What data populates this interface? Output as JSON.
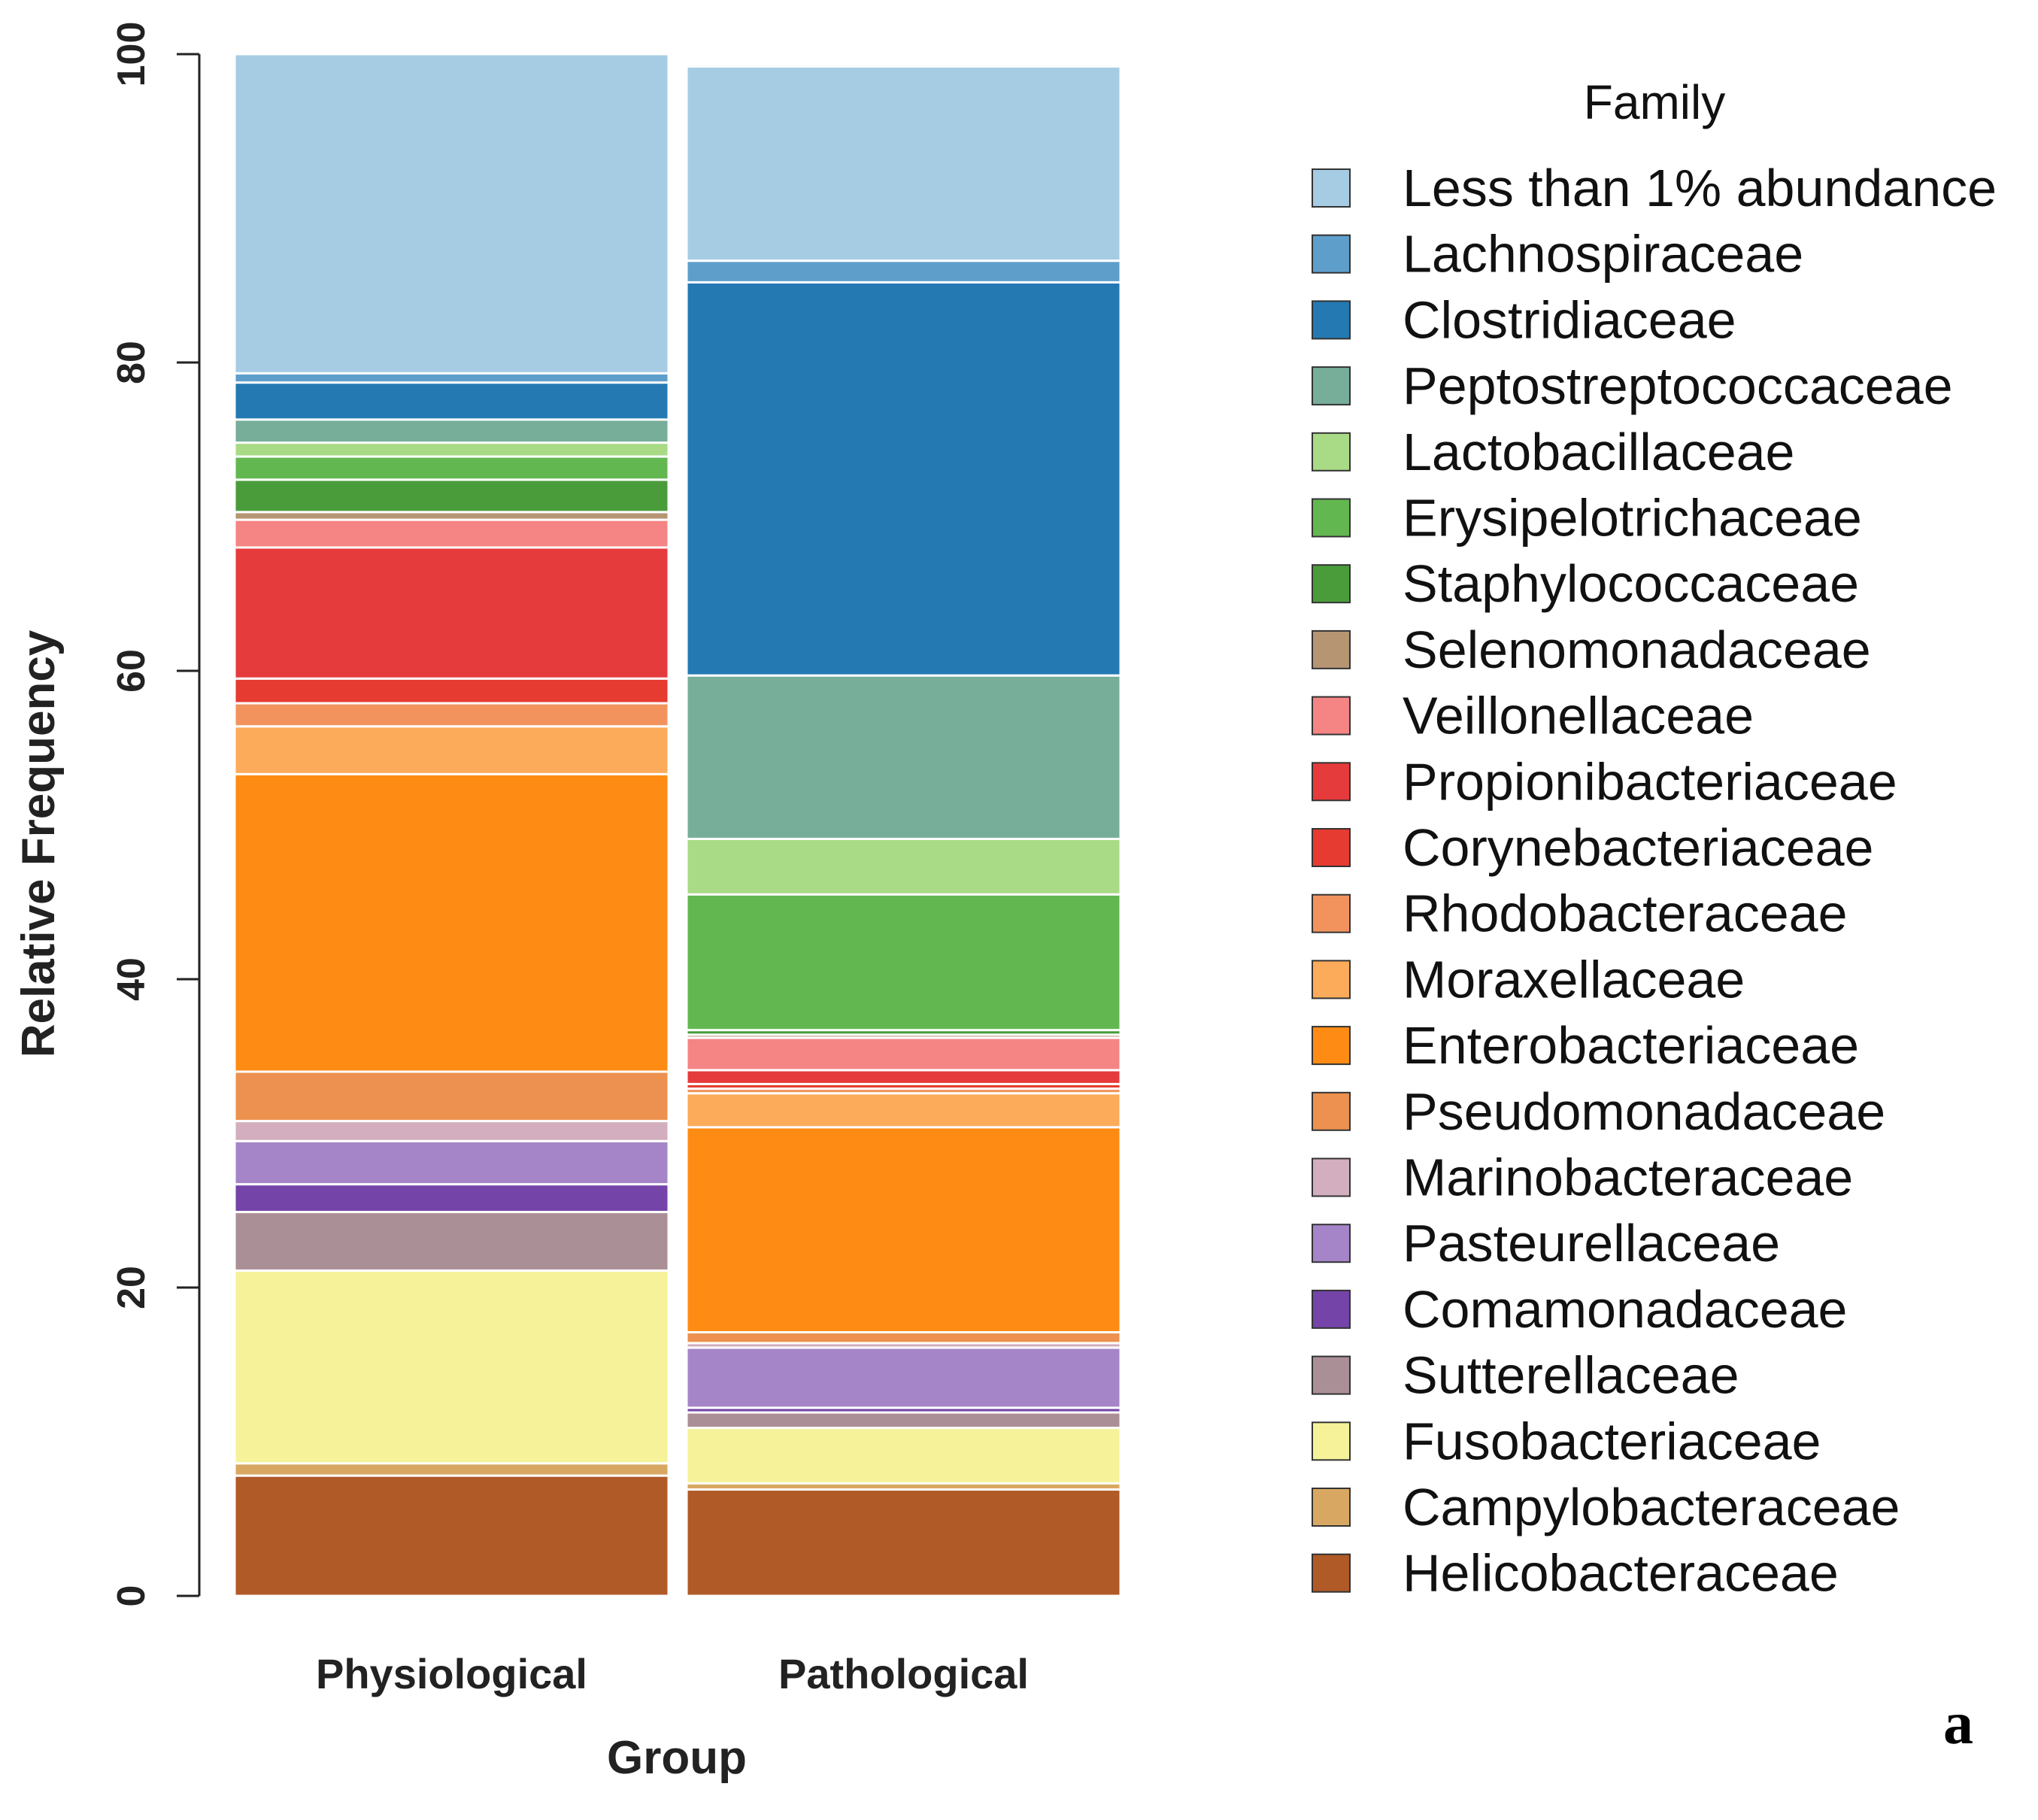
{
  "chart_data": {
    "type": "bar",
    "stacked": true,
    "xlabel": "Group",
    "ylabel": "Relative Frequency",
    "ylim": [
      0,
      100
    ],
    "yticks": [
      0,
      20,
      40,
      60,
      80,
      100
    ],
    "categories": [
      "Physiological",
      "Pathological"
    ],
    "legend_title": "Family",
    "legend_position": "right",
    "panel_label": "a",
    "series": [
      {
        "name": "Helicobacteraceae",
        "color": "#b05a28",
        "values": [
          7.8,
          6.9
        ]
      },
      {
        "name": "Campylobacteraceae",
        "color": "#d8a863",
        "values": [
          0.8,
          0.4
        ]
      },
      {
        "name": "Fusobacteriaceae",
        "color": "#f6f29a",
        "values": [
          12.5,
          3.6
        ]
      },
      {
        "name": "Sutterellaceae",
        "color": "#ab8f96",
        "values": [
          3.8,
          1.0
        ]
      },
      {
        "name": "Comamonadaceae",
        "color": "#7444a8",
        "values": [
          1.8,
          0.3
        ]
      },
      {
        "name": "Pasteurellaceae",
        "color": "#a585c8",
        "values": [
          2.8,
          3.9
        ]
      },
      {
        "name": "Marinobacteraceae",
        "color": "#d3aebf",
        "values": [
          1.3,
          0.3
        ]
      },
      {
        "name": "Pseudomonadaceae",
        "color": "#ec914f",
        "values": [
          3.2,
          0.7
        ]
      },
      {
        "name": "Enterobacteriaceae",
        "color": "#fe8b14",
        "values": [
          19.3,
          13.3
        ]
      },
      {
        "name": "Moraxellaceae",
        "color": "#fcab5a",
        "values": [
          3.1,
          2.2
        ]
      },
      {
        "name": "Rhodobacteraceae",
        "color": "#f2935e",
        "values": [
          1.5,
          0.3
        ]
      },
      {
        "name": "Corynebacteriaceae",
        "color": "#e63b30",
        "values": [
          1.6,
          0.3
        ]
      },
      {
        "name": "Propionibacteriaceae",
        "color": "#e63b3c",
        "values": [
          8.5,
          0.9
        ]
      },
      {
        "name": "Veillonellaceae",
        "color": "#f58484",
        "values": [
          1.8,
          2.1
        ]
      },
      {
        "name": "Selenomonadaceae",
        "color": "#b69573",
        "values": [
          0.5,
          0.2
        ]
      },
      {
        "name": "Staphylococcaceae",
        "color": "#4a9c3b",
        "values": [
          2.1,
          0.3
        ]
      },
      {
        "name": "Erysipelotrichaceae",
        "color": "#63b750",
        "values": [
          1.5,
          8.8
        ]
      },
      {
        "name": "Lactobacillaceae",
        "color": "#a9da85",
        "values": [
          0.9,
          3.6
        ]
      },
      {
        "name": "Peptostreptococcaceae",
        "color": "#76ae9a",
        "values": [
          1.5,
          10.6
        ]
      },
      {
        "name": "Clostridiaceae",
        "color": "#2479b3",
        "values": [
          2.4,
          25.5
        ]
      },
      {
        "name": "Lachnospiraceae",
        "color": "#5e9ecb",
        "values": [
          0.6,
          1.4
        ]
      },
      {
        "name": "Less than 1% abundance",
        "color": "#a6cce3",
        "values": [
          20.7,
          12.6
        ]
      }
    ]
  }
}
